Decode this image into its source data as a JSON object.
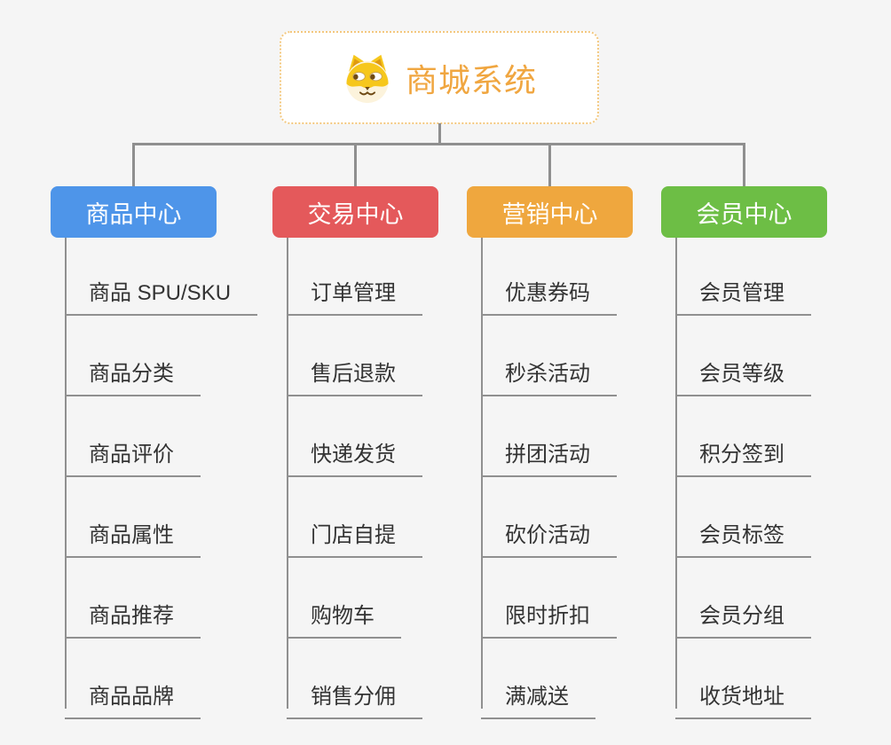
{
  "root": {
    "title": "商城系统",
    "icon": "dog-face-icon",
    "accent_color": "#F0A640",
    "border_color": "#F3C87F"
  },
  "connector_color": "#8F8F8F",
  "branches": [
    {
      "label": "商品中心",
      "color": "#4E95E9",
      "children": [
        "商品 SPU/SKU",
        "商品分类",
        "商品评价",
        "商品属性",
        "商品推荐",
        "商品品牌"
      ]
    },
    {
      "label": "交易中心",
      "color": "#E4595B",
      "children": [
        "订单管理",
        "售后退款",
        "快递发货",
        "门店自提",
        "购物车",
        "销售分佣"
      ]
    },
    {
      "label": "营销中心",
      "color": "#EFA73E",
      "children": [
        "优惠券码",
        "秒杀活动",
        "拼团活动",
        "砍价活动",
        "限时折扣",
        "满减送"
      ]
    },
    {
      "label": "会员中心",
      "color": "#6DBE45",
      "children": [
        "会员管理",
        "会员等级",
        "积分签到",
        "会员标签",
        "会员分组",
        "收货地址"
      ]
    }
  ]
}
